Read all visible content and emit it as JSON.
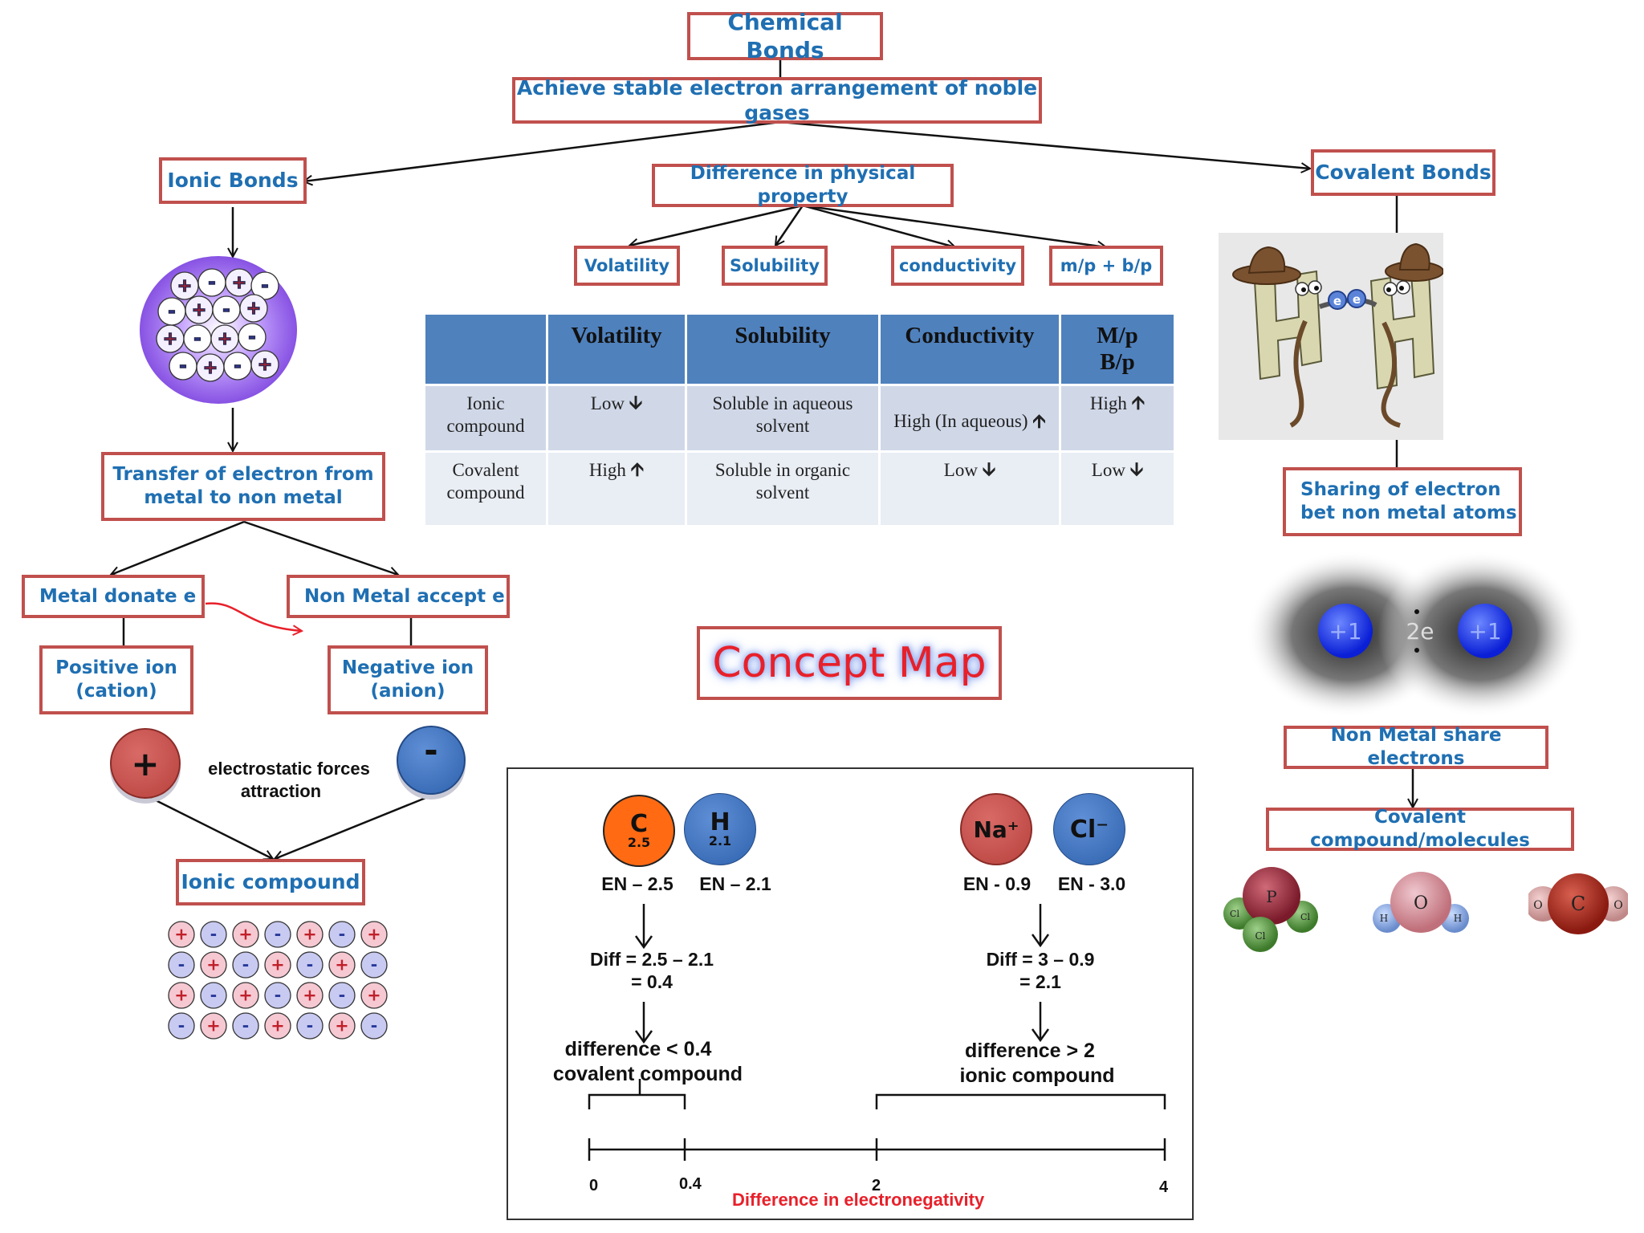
{
  "nodes": {
    "chemical_bonds": "Chemical Bonds",
    "achieve_stable": "Achieve stable electron arrangement of noble gases",
    "ionic_bonds": "Ionic Bonds",
    "covalent_bonds": "Covalent Bonds",
    "difference_physical": "Difference in physical property",
    "volatility": "Volatility",
    "solubility": "Solubility",
    "conductivity": "conductivity",
    "mp_bp": "m/p + b/p",
    "transfer_line1": "Transfer of electron from",
    "transfer_line2": "metal to non metal",
    "metal_donate": "Metal donate e",
    "nonmetal_accept": "Non Metal accept e",
    "positive_ion_1": "Positive ion",
    "positive_ion_2": "(cation)",
    "negative_ion_1": "Negative ion",
    "negative_ion_2": "(anion)",
    "ionic_compound": "Ionic compound",
    "sharing_1": "Sharing of electron",
    "sharing_2": "bet non metal atoms",
    "nonmetal_share": "Non Metal share electrons",
    "covalent_compound": "Covalent compound/molecules",
    "concept_map": "Concept Map"
  },
  "electrostatic": {
    "line1": "electrostatic forces",
    "line2": "attraction",
    "plus": "+",
    "minus": "-"
  },
  "table": {
    "headers": [
      "",
      "Volatility",
      "Solubility",
      "Conductivity",
      "M/p\nB/p"
    ],
    "rows": [
      [
        "Ionic\ncompound",
        "Low",
        "Soluble in aqueous\nsolvent",
        "High\n(In aqueous)",
        "High"
      ],
      [
        "Covalent\ncompound",
        "High",
        "Soluble in organic\nsolvent",
        "Low",
        "Low"
      ]
    ],
    "arrow_up": "🡩",
    "arrow_down": "🡫"
  },
  "h2_picture": {
    "charge_left": "+1",
    "charge_right": "+1",
    "shared": "2e",
    "electron": "e"
  },
  "molecules": {
    "pcl3_center": "P",
    "pcl3_atom": "Cl",
    "water_center": "O",
    "water_atom": "H",
    "co2_center": "C",
    "co2_atom": "O"
  },
  "en_panel": {
    "c_symbol": "C",
    "c_value": "2.5",
    "h_symbol": "H",
    "h_value": "2.1",
    "na_symbol": "Na⁺",
    "cl_symbol": "Cl⁻",
    "en_c": "EN – 2.5",
    "en_h": "EN – 2.1",
    "en_na": "EN - 0.9",
    "en_cl": "EN - 3.0",
    "diff_left_1": "Diff = 2.5 – 2.1",
    "diff_left_2": "= 0.4",
    "diff_right_1": "Diff = 3 – 0.9",
    "diff_right_2": "= 2.1",
    "res_left_1": "difference < 0.4",
    "res_left_2": "covalent compound",
    "res_right_1": "difference > 2",
    "res_right_2": "ionic compound",
    "axis_ticks": [
      "0",
      "0.4",
      "2",
      "4"
    ],
    "axis_title": "Difference in electronegativity"
  },
  "colors": {
    "box_border": "#c0504d",
    "text_blue": "#1f6fb2",
    "table_header": "#4f81bd",
    "cation": "#c0504d",
    "anion": "#3a6fb8",
    "carbon": "#ff6a13"
  }
}
